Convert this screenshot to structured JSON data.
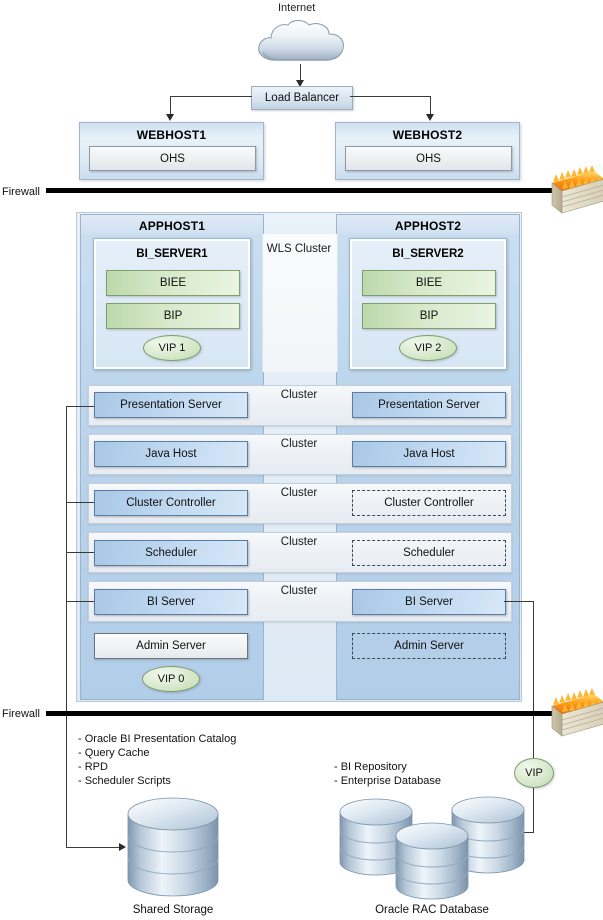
{
  "diagram": {
    "internet_label": "Internet",
    "load_balancer": "Load Balancer",
    "wls_cluster_label": "WLS Cluster",
    "cluster_label": "Cluster",
    "firewall_label_top": "Firewall",
    "firewall_label_bottom": "Firewall"
  },
  "web_tier": {
    "hosts": [
      {
        "title": "WEBHOST1",
        "component": "OHS"
      },
      {
        "title": "WEBHOST2",
        "component": "OHS"
      }
    ]
  },
  "app_tier": {
    "hosts": [
      {
        "title": "APPHOST1",
        "managed_server": "BI_SERVER1",
        "apps": [
          "BIEE",
          "BIP"
        ],
        "vip": "VIP 1"
      },
      {
        "title": "APPHOST2",
        "managed_server": "BI_SERVER2",
        "apps": [
          "BIEE",
          "BIP"
        ],
        "vip": "VIP 2"
      }
    ],
    "admin_vip": "VIP 0",
    "rows": [
      {
        "label": "Presentation Server",
        "cluster": "Cluster",
        "left_style": "solid",
        "right_style": "solid"
      },
      {
        "label": "Java Host",
        "cluster": "Cluster",
        "left_style": "solid",
        "right_style": "solid"
      },
      {
        "label": "Cluster Controller",
        "cluster": "Cluster",
        "left_style": "solid",
        "right_style": "dashed"
      },
      {
        "label": "Scheduler",
        "cluster": "Cluster",
        "left_style": "solid",
        "right_style": "dashed"
      },
      {
        "label": "BI Server",
        "cluster": "Cluster",
        "left_style": "solid",
        "right_style": "solid"
      }
    ],
    "admin_row": {
      "label": "Admin Server",
      "left_style": "grey",
      "right_style": "dashed"
    }
  },
  "data_tier": {
    "shared_storage": {
      "caption": "Shared Storage",
      "contents": [
        "- Oracle BI Presentation Catalog",
        "- Query Cache",
        "- RPD",
        "- Scheduler Scripts"
      ]
    },
    "database": {
      "caption": "Oracle RAC Database",
      "contents": [
        "- BI Repository",
        "- Enterprise Database"
      ],
      "vip": "VIP"
    }
  },
  "icons": {
    "cloud": "cloud-icon",
    "firewall": "firewall-brick-icon",
    "cylinder": "database-cylinder-icon"
  },
  "colors": {
    "accent_blue": "#a9c8e6",
    "accent_green": "#bcd9ac",
    "line": "#3a3a3a",
    "firewall": "#000000"
  }
}
